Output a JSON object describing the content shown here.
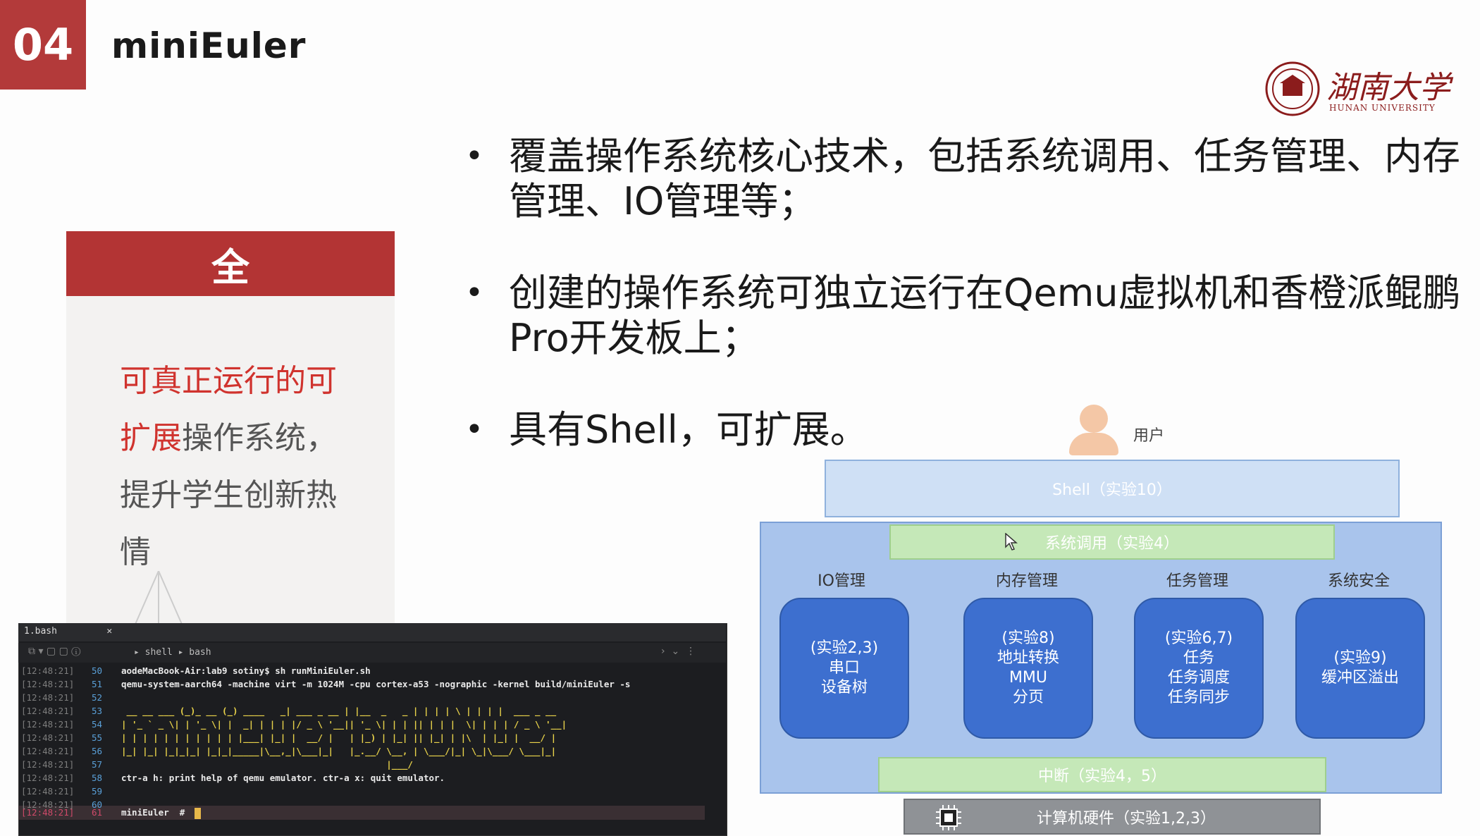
{
  "header": {
    "section_number": "04",
    "title": "miniEuler"
  },
  "logo": {
    "name_cn": "湖南大学",
    "name_en": "HUNAN UNIVERSITY"
  },
  "card": {
    "heading": "全",
    "text_red": "可真正运行的可扩展",
    "text_normal": "操作系统，提升学生创新热情"
  },
  "bullets": [
    "覆盖操作系统核心技术，包括系统调用、任务管理、内存管理、IO管理等；",
    "创建的操作系统可独立运行在Qemu虚拟机和香橙派鲲鹏Pro开发板上；",
    "具有Shell，可扩展。"
  ],
  "diagram": {
    "user_label": "用户",
    "shell": "Shell（实验10）",
    "syscall": "系统调用（实验4）",
    "columns": [
      "IO管理",
      "内存管理",
      "任务管理",
      "系统安全"
    ],
    "modules": [
      [
        "(实验2,3)",
        "串口",
        "设备树"
      ],
      [
        "(实验8)",
        "地址转换",
        "MMU",
        "分页"
      ],
      [
        "(实验6,7)",
        "任务",
        "任务调度",
        "任务同步"
      ],
      [
        "(实验9)",
        "缓冲区溢出"
      ]
    ],
    "interrupt": "中断（实验4，5）",
    "hardware": "计算机硬件（实验1,2,3）"
  },
  "terminal": {
    "tab_title": "1.bash",
    "crumb_shell": "shell",
    "crumb_bash": "bash",
    "lines": [
      {
        "ts": "[12:48:21]",
        "n": "50",
        "text": "aodeMacBook-Air:lab9 sotiny$ sh runMiniEuler.sh"
      },
      {
        "ts": "[12:48:21]",
        "n": "51",
        "text": "qemu-system-aarch64 -machine virt -m 1024M -cpu cortex-a53 -nographic -kernel build/miniEuler -s"
      },
      {
        "ts": "[12:48:21]",
        "n": "52",
        "text": ""
      },
      {
        "ts": "[12:48:21]",
        "n": "53",
        "text": " __ __ ___ (_)_ __ (_) ____   _| ___ _ __ | |__  _   _ | | | | \\ | | | |  ___ _ __"
      },
      {
        "ts": "[12:48:21]",
        "n": "54",
        "text": "| '_ ` _ \\| | '_ \\| |  _| | | | |/ _ \\ '__|| '_ \\| | | || | | |  \\| | | | / _ \\ '__|"
      },
      {
        "ts": "[12:48:21]",
        "n": "55",
        "text": "| | | | | | | | | | | |___| |_| |  __/ |   | |_) | |_| || |_| | |\\  | |_| |  __/ |"
      },
      {
        "ts": "[12:48:21]",
        "n": "56",
        "text": "|_| |_| |_|_|_| |_|_|_____|\\__,_|\\___|_|   |_.__/ \\__, | \\___/|_| \\_|\\___/ \\___|_|"
      },
      {
        "ts": "[12:48:21]",
        "n": "57",
        "text": "                                                  |___/"
      },
      {
        "ts": "[12:48:21]",
        "n": "58",
        "text": "ctr-a h: print help of qemu emulator. ctr-a x: quit emulator."
      },
      {
        "ts": "[12:48:21]",
        "n": "59",
        "text": ""
      },
      {
        "ts": "[12:48:21]",
        "n": "60",
        "text": ""
      },
      {
        "ts": "[12:48:21]",
        "n": "61",
        "text": "miniEuler  #"
      }
    ]
  },
  "colors": {
    "brand_red": "#b33a3a",
    "module_blue": "#3d6fcf",
    "kernel_bg": "#a9c4ec",
    "bar_green": "#c5e8b8",
    "hardware_gray": "#8f9296"
  }
}
